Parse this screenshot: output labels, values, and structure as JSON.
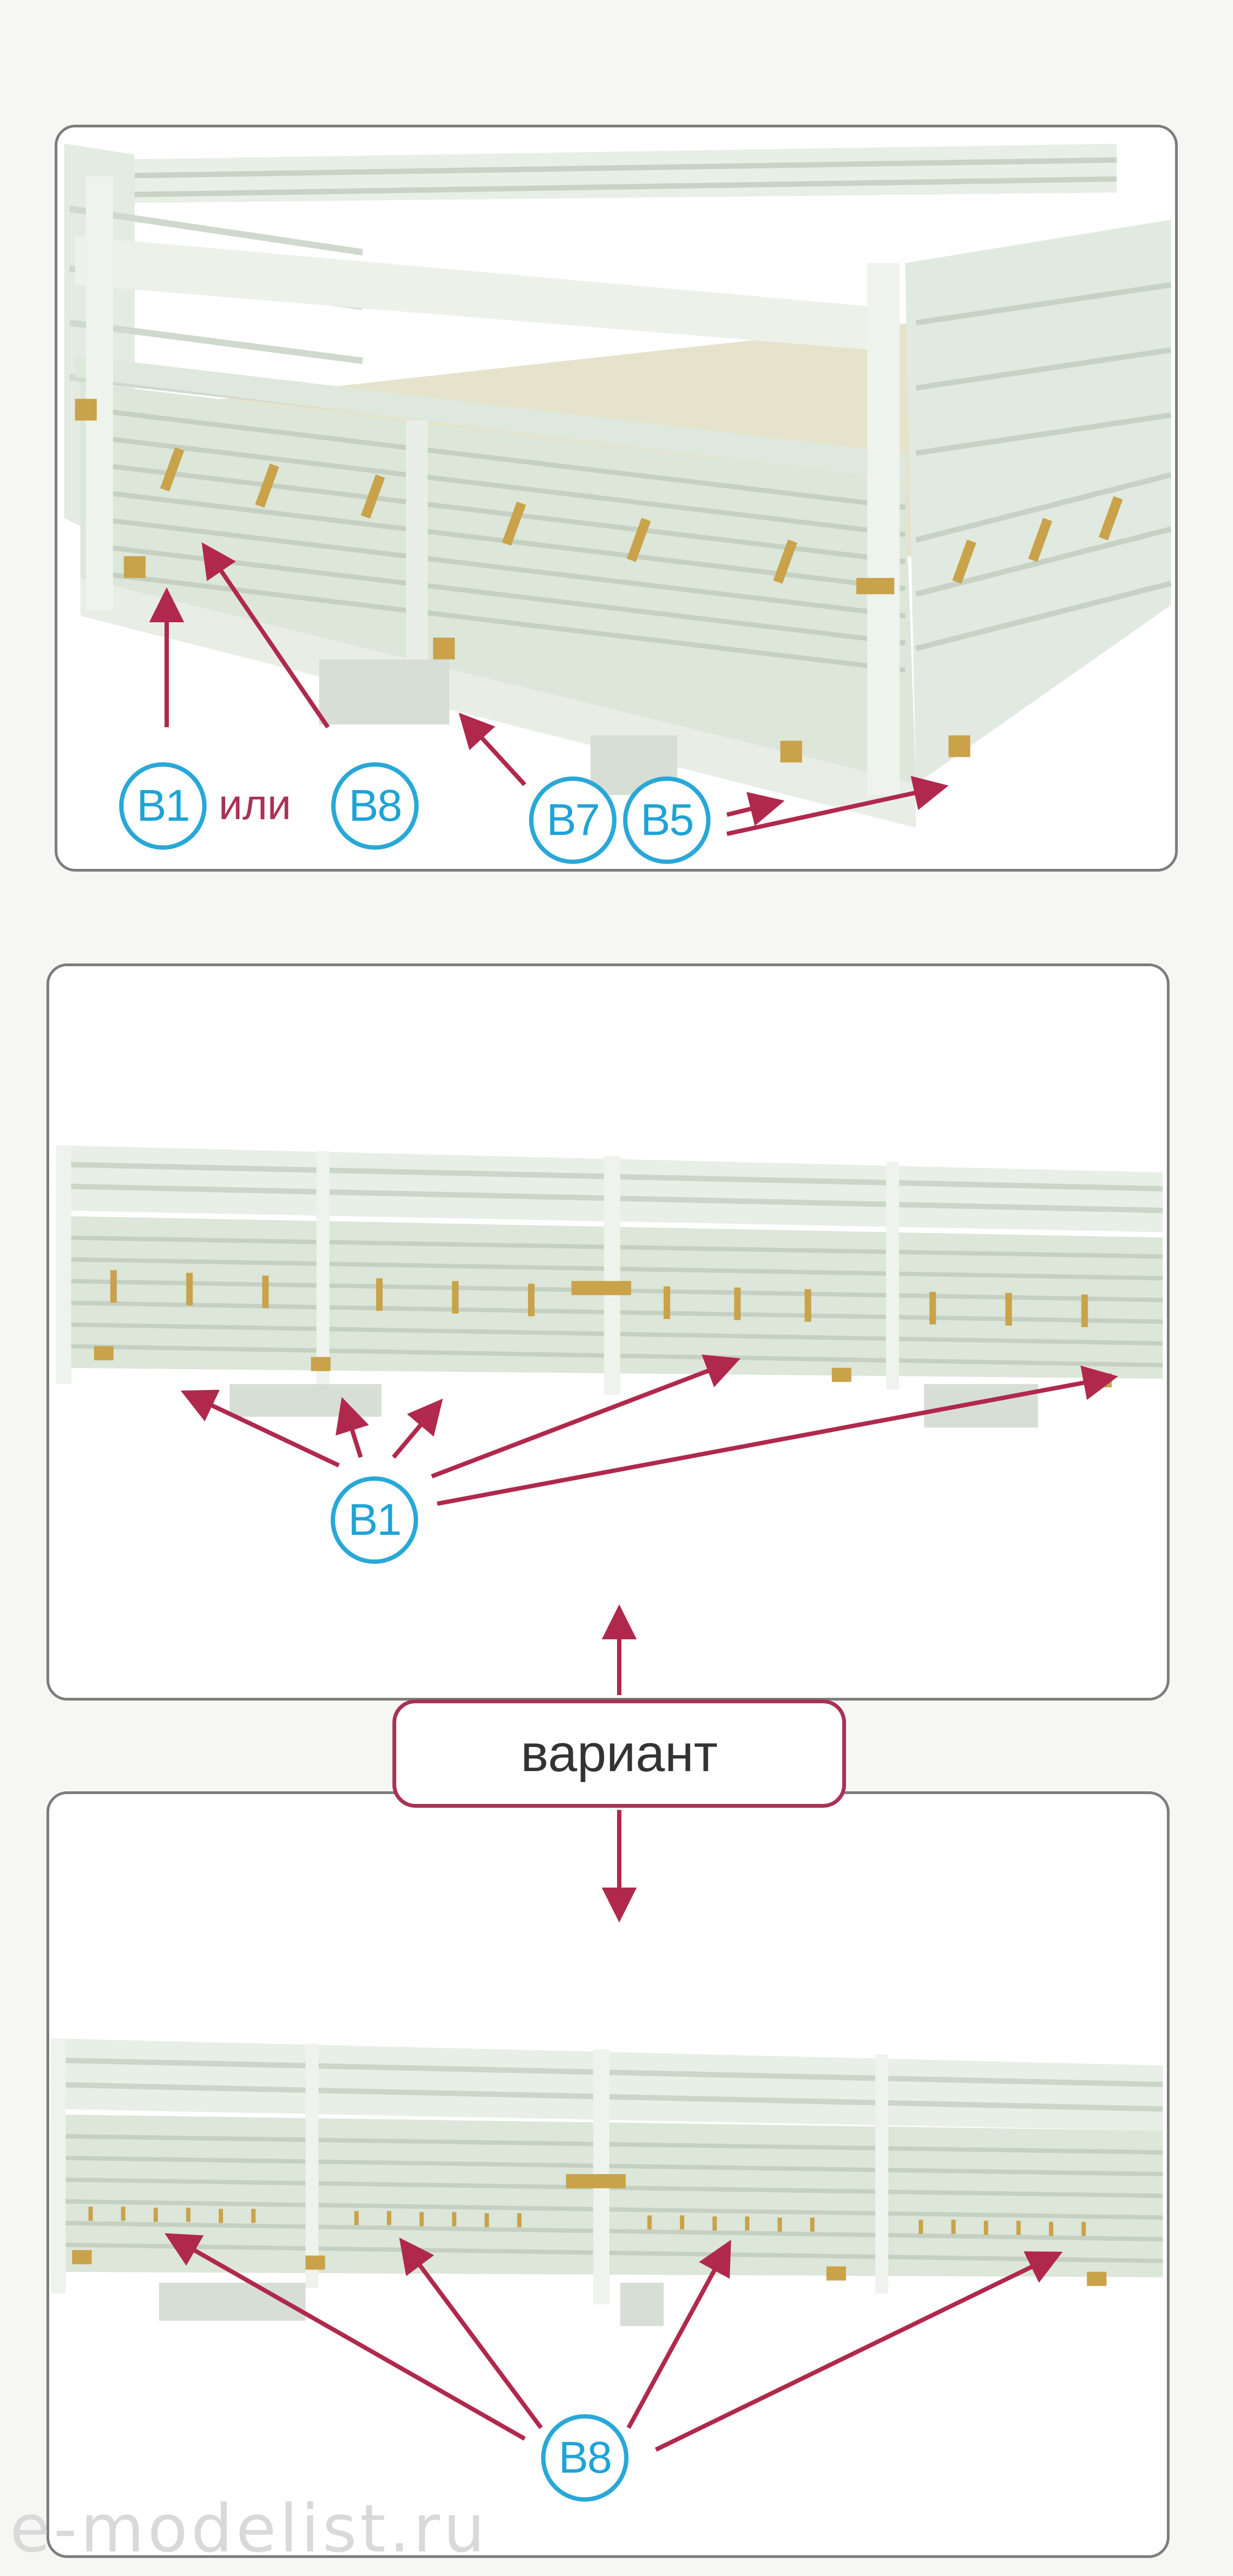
{
  "callouts": {
    "b1": "B1",
    "b8": "B8",
    "b7": "B7",
    "b5": "B5"
  },
  "connector_or": "или",
  "variant_label": "вариант",
  "watermark": "e-modelist.ru",
  "colors": {
    "callout_blue": "#29a8d8",
    "arrow_crimson": "#b0294d",
    "model_green": "#dfe8dc",
    "latch_gold": "#c9a24a"
  }
}
